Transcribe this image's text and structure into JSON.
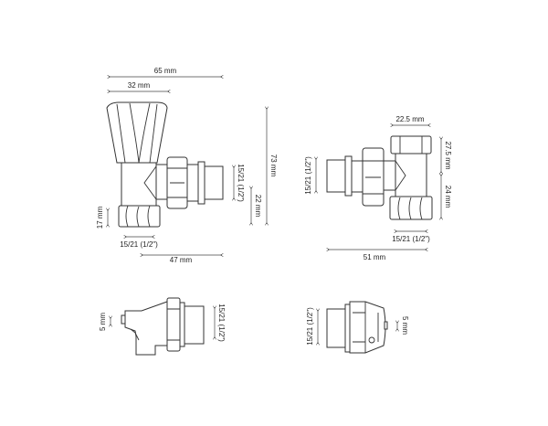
{
  "views": {
    "side": {
      "width_total": "65 mm",
      "width_handle": "32 mm",
      "height_total": "73 mm",
      "height_outlet": "22 mm",
      "outlet_thread": "15/21 (1/2\")",
      "nut_height": "17 mm",
      "inlet_thread": "15/21 (1/2\")",
      "depth": "47 mm"
    },
    "lockshield": {
      "top_width": "22.5 mm",
      "top_height": "27.5 mm",
      "bottom_height": "24 mm",
      "outlet_thread": "15/21 (1/2\")",
      "inlet_thread": "15/21 (1/2\")",
      "length": "51 mm"
    },
    "top_left": {
      "stem": "5 mm",
      "thread": "15/21 (1/2\")"
    },
    "top_right": {
      "thread": "15/21 (1/2\")",
      "stem": "5 mm"
    }
  }
}
